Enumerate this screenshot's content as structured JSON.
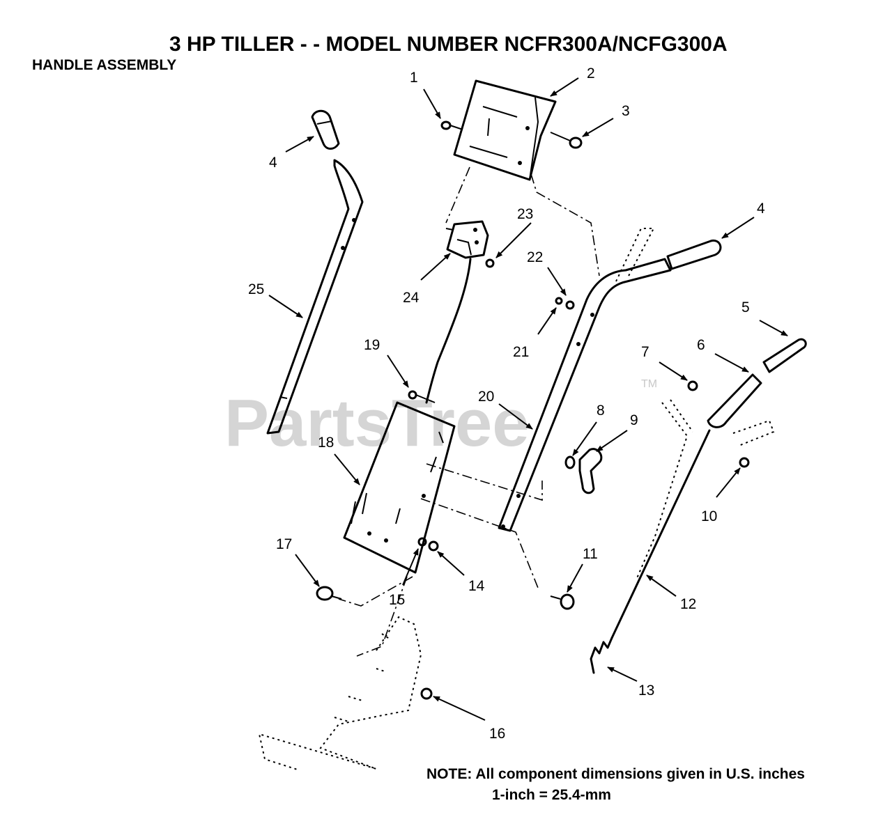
{
  "header": {
    "title": "3 HP TILLER - - MODEL NUMBER NCFR300A/NCFG300A",
    "subtitle": "HANDLE ASSEMBLY"
  },
  "watermark": {
    "text": "PartsTree",
    "mark": "TM",
    "color": "#c8c8c8"
  },
  "callouts": [
    {
      "id": "1",
      "label": "1"
    },
    {
      "id": "2",
      "label": "2"
    },
    {
      "id": "3",
      "label": "3"
    },
    {
      "id": "4a",
      "label": "4"
    },
    {
      "id": "4b",
      "label": "4"
    },
    {
      "id": "5",
      "label": "5"
    },
    {
      "id": "6",
      "label": "6"
    },
    {
      "id": "7",
      "label": "7"
    },
    {
      "id": "8",
      "label": "8"
    },
    {
      "id": "9",
      "label": "9"
    },
    {
      "id": "10",
      "label": "10"
    },
    {
      "id": "11",
      "label": "11"
    },
    {
      "id": "12",
      "label": "12"
    },
    {
      "id": "13",
      "label": "13"
    },
    {
      "id": "14",
      "label": "14"
    },
    {
      "id": "15",
      "label": "15"
    },
    {
      "id": "16",
      "label": "16"
    },
    {
      "id": "17",
      "label": "17"
    },
    {
      "id": "18",
      "label": "18"
    },
    {
      "id": "19",
      "label": "19"
    },
    {
      "id": "20",
      "label": "20"
    },
    {
      "id": "21",
      "label": "21"
    },
    {
      "id": "22",
      "label": "22"
    },
    {
      "id": "23",
      "label": "23"
    },
    {
      "id": "24",
      "label": "24"
    },
    {
      "id": "25",
      "label": "25"
    }
  ],
  "note": {
    "line1": "NOTE:  All component dimensions given in U.S. inches",
    "line2": "1-inch = 25.4-mm"
  }
}
